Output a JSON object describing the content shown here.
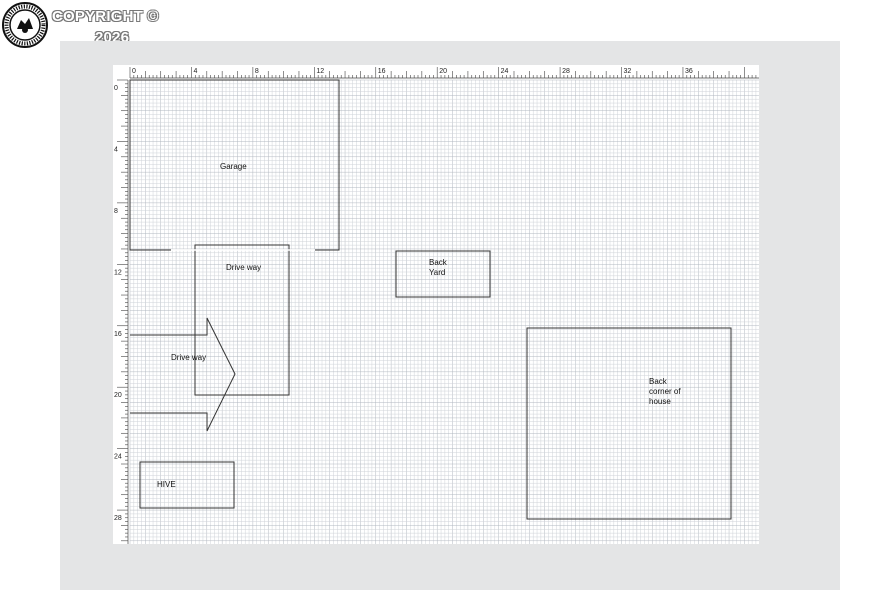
{
  "watermark": {
    "line1": "COPYRIGHT ©",
    "line2": "2026",
    "seal_icon": "realtors-association-seal-icon"
  },
  "ruler": {
    "x_ticks": [
      "0",
      "4",
      "8",
      "12",
      "16",
      "20",
      "24",
      "28",
      "32",
      "36"
    ],
    "y_ticks": [
      "0",
      "4",
      "8",
      "12",
      "16",
      "20",
      "24",
      "28"
    ],
    "unit_note": "grid units"
  },
  "rooms": [
    {
      "id": "garage",
      "label": "Garage"
    },
    {
      "id": "driveway-top",
      "label": "Drive way"
    },
    {
      "id": "back-yard",
      "label": "Back\nYard"
    },
    {
      "id": "driveway-arrow",
      "label": "Drive way"
    },
    {
      "id": "back-house",
      "label": "Back\ncorner of\nhouse"
    },
    {
      "id": "hive",
      "label": "HIVE"
    }
  ],
  "colors": {
    "grid_minor": "#cfd3d8",
    "grid_major": "#b2b8c0",
    "outline": "#333333",
    "canvas_bg": "#e4e5e6"
  }
}
